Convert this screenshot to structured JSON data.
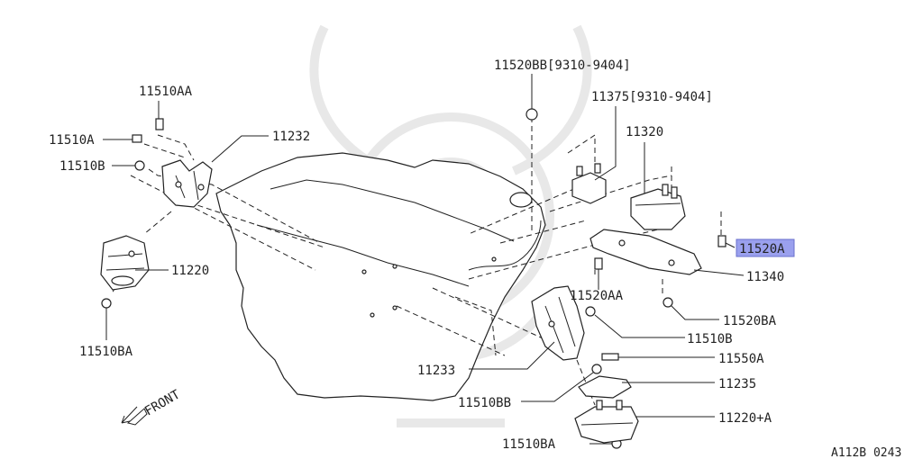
{
  "diagram": {
    "labels": {
      "l_11510AA": "11510AA",
      "l_11510A_left": "11510A",
      "l_11510B_left": "11510B",
      "l_11232": "11232",
      "l_11220": "11220",
      "l_11510BA_left": "11510BA",
      "l_11520BB": "11520BB[9310-9404]",
      "l_11375": "11375[9310-9404]",
      "l_11320": "11320",
      "l_11520A": "11520A",
      "l_11340": "11340",
      "l_11520AA": "11520AA",
      "l_11520BA": "11520BA",
      "l_11510B_right": "11510B",
      "l_11550A": "11550A",
      "l_11233": "11233",
      "l_11510BB": "11510BB",
      "l_11235": "11235",
      "l_11220A": "11220+A",
      "l_11510BA_bottom": "11510BA",
      "front": "FRONT",
      "figure_code": "A112B 0243"
    },
    "highlighted_part": "11520A",
    "highlight_color": "#9aa0ee"
  }
}
